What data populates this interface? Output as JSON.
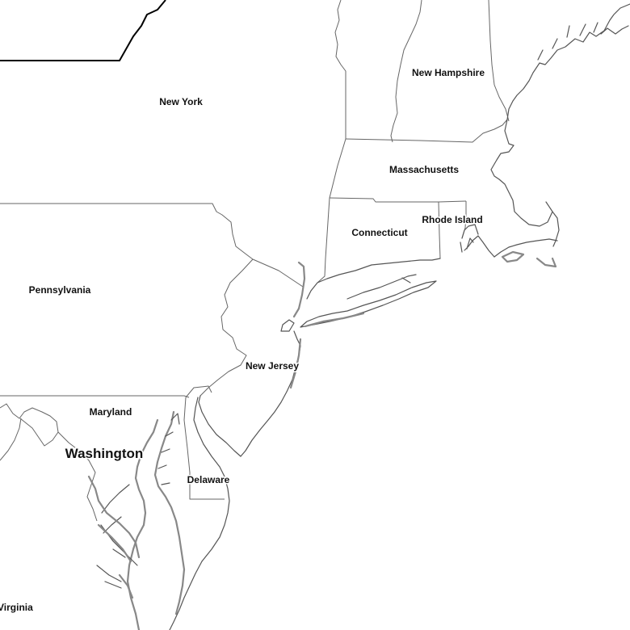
{
  "map": {
    "style": "outline",
    "colors": {
      "background": "#ffffff",
      "border": "#666666",
      "international_border": "#000000",
      "label": "#111111"
    },
    "labels": {
      "new_york": "New York",
      "new_hampshire": "New Hampshire",
      "massachusetts": "Massachusetts",
      "connecticut": "Connecticut",
      "rhode_island": "Rhode Island",
      "pennsylvania": "Pennsylvania",
      "new_jersey": "New Jersey",
      "maryland": "Maryland",
      "washington": "Washington",
      "delaware": "Delaware",
      "virginia": "Virginia"
    }
  }
}
